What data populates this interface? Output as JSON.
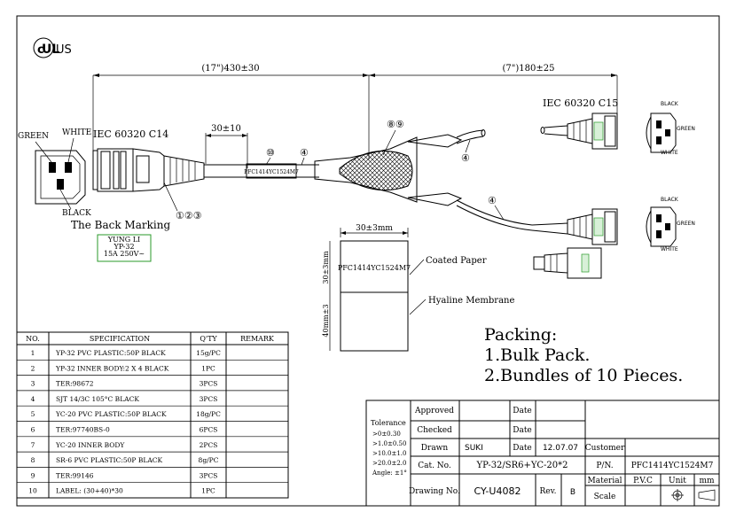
{
  "certification": {
    "logo_text": "cULus",
    "left": "c",
    "right": "US"
  },
  "dimensions": {
    "overall_length": "(17\")430±30",
    "branch_length": "(7\")180±25",
    "label_offset": "30±10",
    "label_width": "30±3mm",
    "label_height_top": "30±3mm",
    "label_height_bottom": "40mm±3"
  },
  "connectors": {
    "c14": "IEC 60320 C14",
    "c15": "IEC 60320 C15",
    "pin_green": "GREEN",
    "pin_white": "WHITE",
    "pin_black": "BLACK",
    "small_black": "BLACK",
    "small_green": "GREEN",
    "small_white": "WHITE"
  },
  "back_marking": {
    "title": "The Back Marking",
    "line1": "YUNG LI",
    "line2": "YP-32",
    "line3": "15A 250V~"
  },
  "balloons": {
    "b123": "①②③",
    "b10": "⑩",
    "b4": "④",
    "b89": "⑧⑨"
  },
  "label": {
    "part_number": "PFC1414YC1524M7",
    "coated_paper": "Coated Paper",
    "hyaline_membrane": "Hyaline Membrane"
  },
  "packing": {
    "title": "Packing:",
    "line1": "1.Bulk Pack.",
    "line2": "2.Bundles of 10 Pieces."
  },
  "bom": {
    "headers": [
      "NO.",
      "SPECIFICATION",
      "Q'TY",
      "REMARK"
    ],
    "rows": [
      [
        "1",
        "YP-32 PVC PLASTIC:50P BLACK",
        "15g/PC",
        ""
      ],
      [
        "2",
        "YP-32 INNER BODY:2 X 4 BLACK",
        "1PC",
        ""
      ],
      [
        "3",
        "TER:98672",
        "3PCS",
        ""
      ],
      [
        "4",
        "SJT 14/3C 105°C BLACK",
        "3PCS",
        ""
      ],
      [
        "5",
        "YC-20 PVC PLASTIC:50P BLACK",
        "18g/PC",
        ""
      ],
      [
        "6",
        "TER:97740BS-0",
        "6PCS",
        ""
      ],
      [
        "7",
        "YC-20 INNER BODY",
        "2PCS",
        ""
      ],
      [
        "8",
        "SR-6 PVC PLASTIC:50P BLACK",
        "8g/PC",
        ""
      ],
      [
        "9",
        "TER:99146",
        "3PCS",
        ""
      ],
      [
        "10",
        "LABEL: (30+40)*30",
        "1PC",
        ""
      ]
    ]
  },
  "title_block": {
    "tolerance": "Tolerance",
    "tol_lines": [
      ">0±0.30",
      ">1.0±0.50",
      ">10.0±1.0",
      ">20.0±2.0",
      "Angle: ±1°"
    ],
    "approved": "Approved",
    "checked": "Checked",
    "drawn": "Drawn",
    "drawn_value": "SUKI",
    "cat_no": "Cat. No.",
    "cat_no_value": "YP-32/SR6+YC-20*2",
    "drawing_no": "Drawing No.",
    "drawing_no_value": "CY-U4082",
    "date": "Date",
    "date_value": "12.07.07",
    "rev": "Rev.",
    "rev_value": "B",
    "customer": "Customer",
    "pn": "P/N.",
    "pn_value": "PFC1414YC1524M7",
    "material": "Material",
    "material_value": "P.V.C",
    "unit": "Unit",
    "unit_value": "mm",
    "scale": "Scale"
  }
}
